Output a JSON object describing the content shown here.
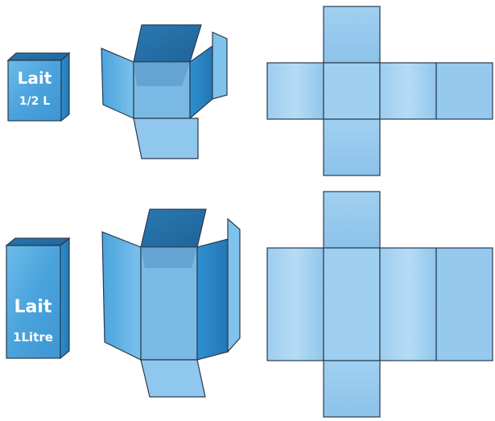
{
  "colors": {
    "front": "#5aaee0",
    "side": "#2f8fd0",
    "top": "#256fa6",
    "light_face": "#9ecdf0",
    "net_face": "#a9d4f2",
    "net_face_alt": "#8fc5ec",
    "edge": "#2b3a4a"
  },
  "small_carton": {
    "label_line1": "Lait",
    "label_line2": "1/2 L"
  },
  "large_carton": {
    "label_line1": "Lait",
    "label_line2": "1Litre"
  }
}
